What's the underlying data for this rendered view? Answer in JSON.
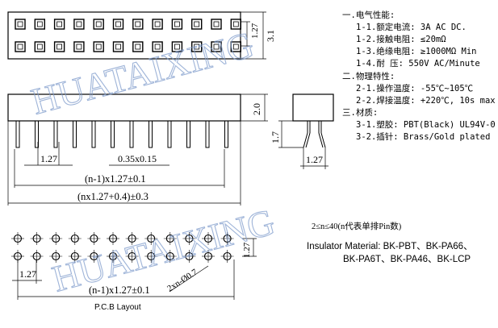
{
  "watermark": "HUATAIXING",
  "dims": {
    "pitch_top": "1.27",
    "height_top": "3.1",
    "pitch_side": "1.27",
    "body_height": "2.0",
    "pin_size": "0.35x0.15",
    "span_n1": "(n-1)x1.27±0.1",
    "span_total": "(nx1.27+0.4)±0.3",
    "side_pin_len": "1.7",
    "side_width": "1.27",
    "pcb_row_pitch": "1.27",
    "pcb_pitch": "1.27",
    "pcb_span": "(n-1)x1.27±0.1",
    "pcb_hole": "2xn-Ø0.7"
  },
  "pcb_label": "P.C.B Layout",
  "range_note": "2≤n≤40(n代表单排Pin数)",
  "insulator_line1": "Insulator Material: BK-PBT、BK-PA66、",
  "insulator_line2": "BK-PA6T、BK-PA46、BK-LCP",
  "specs": [
    {
      "text": "一.电气性能:"
    },
    {
      "text": "1-1.额定电流:  3A AC DC."
    },
    {
      "text": "1-2.接触电阻:  ≤20mΩ"
    },
    {
      "text": "1-3.绝缘电阻:  ≥1000MΩ  Min"
    },
    {
      "text": "1-4.耐    压:  550V AC/Minute"
    },
    {
      "text": "二.物理特性:"
    },
    {
      "text": "2-1.操作温度:  -55℃~105℃"
    },
    {
      "text": "2-2.焊接温度:  +220℃, 10s max"
    },
    {
      "text": "三.材质:"
    },
    {
      "text": "3-1.塑胶: PBT(Black) UL94V-0"
    },
    {
      "text": "3-2.插针: Brass/Gold plated"
    }
  ]
}
